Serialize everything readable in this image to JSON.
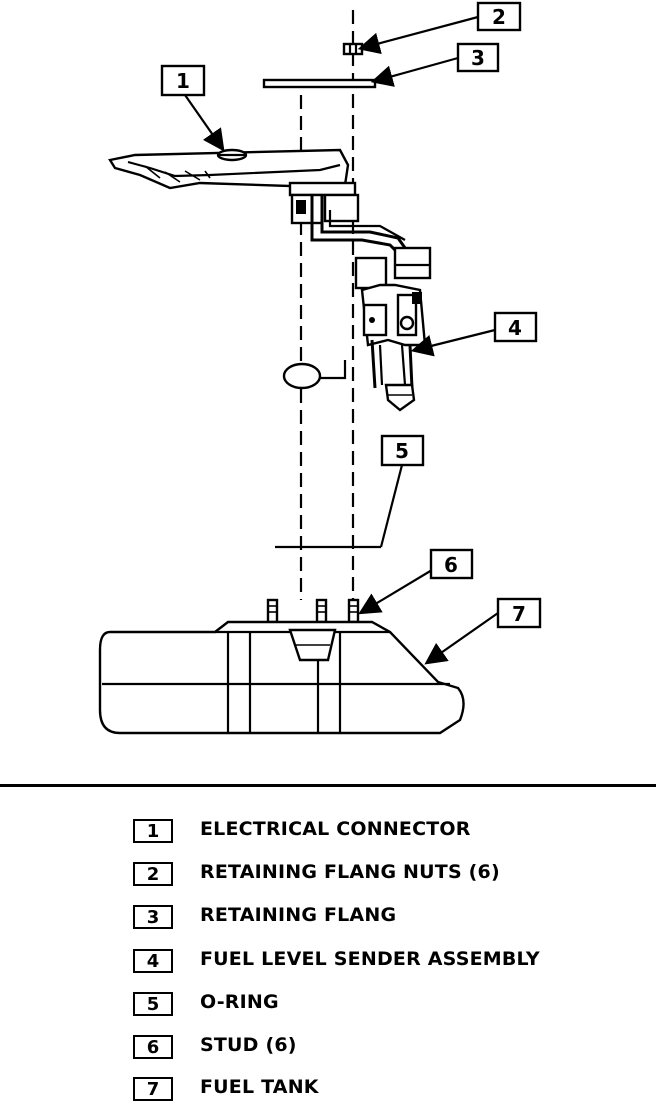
{
  "callouts": [
    {
      "num": "1",
      "label": "ELECTRICAL CONNECTOR"
    },
    {
      "num": "2",
      "label": "RETAINING FLANG NUTS (6)"
    },
    {
      "num": "3",
      "label": "RETAINING FLANG"
    },
    {
      "num": "4",
      "label": "FUEL LEVEL SENDER ASSEMBLY"
    },
    {
      "num": "5",
      "label": "O-RING"
    },
    {
      "num": "6",
      "label": "STUD (6)"
    },
    {
      "num": "7",
      "label": "FUEL TANK"
    }
  ]
}
